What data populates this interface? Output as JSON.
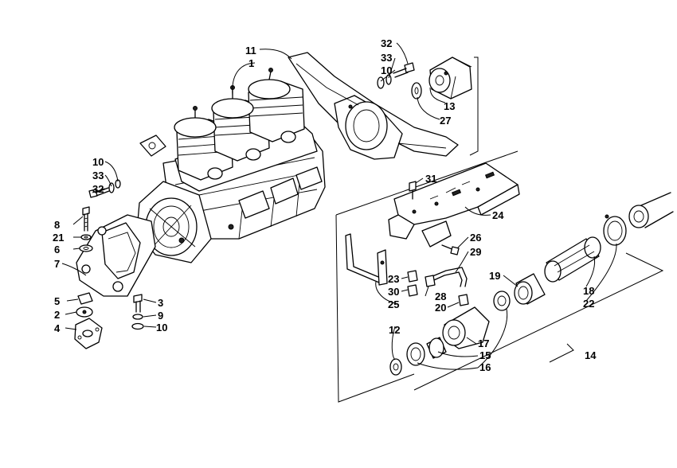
{
  "callouts": {
    "c1": "1",
    "c2": "2",
    "c3": "3",
    "c4": "4",
    "c5": "5",
    "c6": "6",
    "c7": "7",
    "c8": "8",
    "c9": "9",
    "c10a": "10",
    "c10b": "10",
    "c10c": "10",
    "c11": "11",
    "c12": "12",
    "c13": "13",
    "c14": "14",
    "c15": "15",
    "c16": "16",
    "c17": "17",
    "c18": "18",
    "c19": "19",
    "c20": "20",
    "c21": "21",
    "c22": "22",
    "c23": "23",
    "c24": "24",
    "c25": "25",
    "c26": "26",
    "c27": "27",
    "c28": "28",
    "c29": "29",
    "c30": "30",
    "c31": "31",
    "c32a": "32",
    "c32b": "32",
    "c33a": "33",
    "c33b": "33"
  }
}
